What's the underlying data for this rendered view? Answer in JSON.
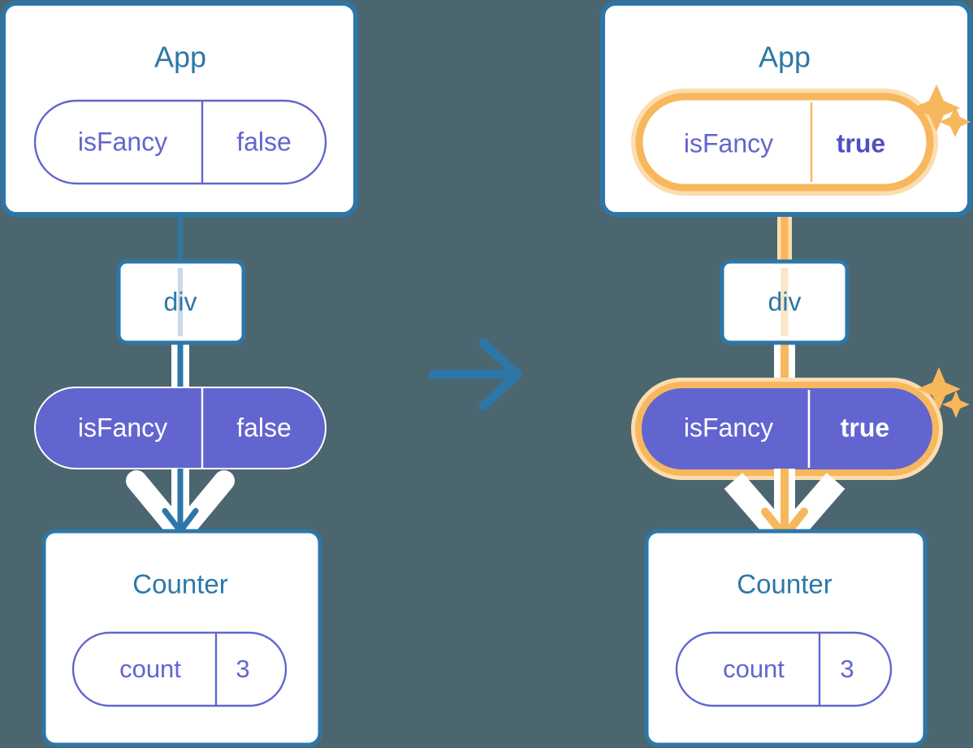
{
  "page": {
    "title": "State update propagation diagram",
    "background_color": "#4c6670"
  },
  "colors": {
    "background": "#4c6670",
    "box_border": "#2d77a8",
    "box_fill": "#ffffff",
    "title_text": "#2d77a8",
    "pill_purple": "#6265cf",
    "pill_stroke": "#6265cf",
    "pill_text_purple": "#6265cf",
    "pill_text_white": "#ffffff",
    "highlight_orange": "#f7b75c",
    "highlight_glow": "#fbddb0",
    "arrow_blue": "#2d77a8",
    "arrow_white": "#ffffff"
  },
  "panels": [
    {
      "id": "before",
      "app": {
        "title": "App",
        "state_pill": {
          "key": "isFancy",
          "value": "false",
          "filled": false,
          "highlighted": false,
          "bold_value": false
        }
      },
      "div": {
        "label": "div"
      },
      "props_pill": {
        "key": "isFancy",
        "value": "false",
        "filled": true,
        "highlighted": false,
        "bold_value": false
      },
      "counter": {
        "title": "Counter",
        "state_pill": {
          "key": "count",
          "value": "3",
          "filled": false,
          "highlighted": false,
          "bold_value": false
        }
      },
      "connector_color": "#2d77a8",
      "sparkles": 0
    },
    {
      "id": "after",
      "app": {
        "title": "App",
        "state_pill": {
          "key": "isFancy",
          "value": "true",
          "filled": false,
          "highlighted": true,
          "bold_value": true
        }
      },
      "div": {
        "label": "div"
      },
      "props_pill": {
        "key": "isFancy",
        "value": "true",
        "filled": true,
        "highlighted": true,
        "bold_value": true
      },
      "counter": {
        "title": "Counter",
        "state_pill": {
          "key": "count",
          "value": "3",
          "filled": false,
          "highlighted": false,
          "bold_value": false
        }
      },
      "connector_color": "#f7b75c",
      "sparkles": 2
    }
  ],
  "transition": {
    "arrow_label": "",
    "direction": "right",
    "color": "#2d77a8"
  }
}
